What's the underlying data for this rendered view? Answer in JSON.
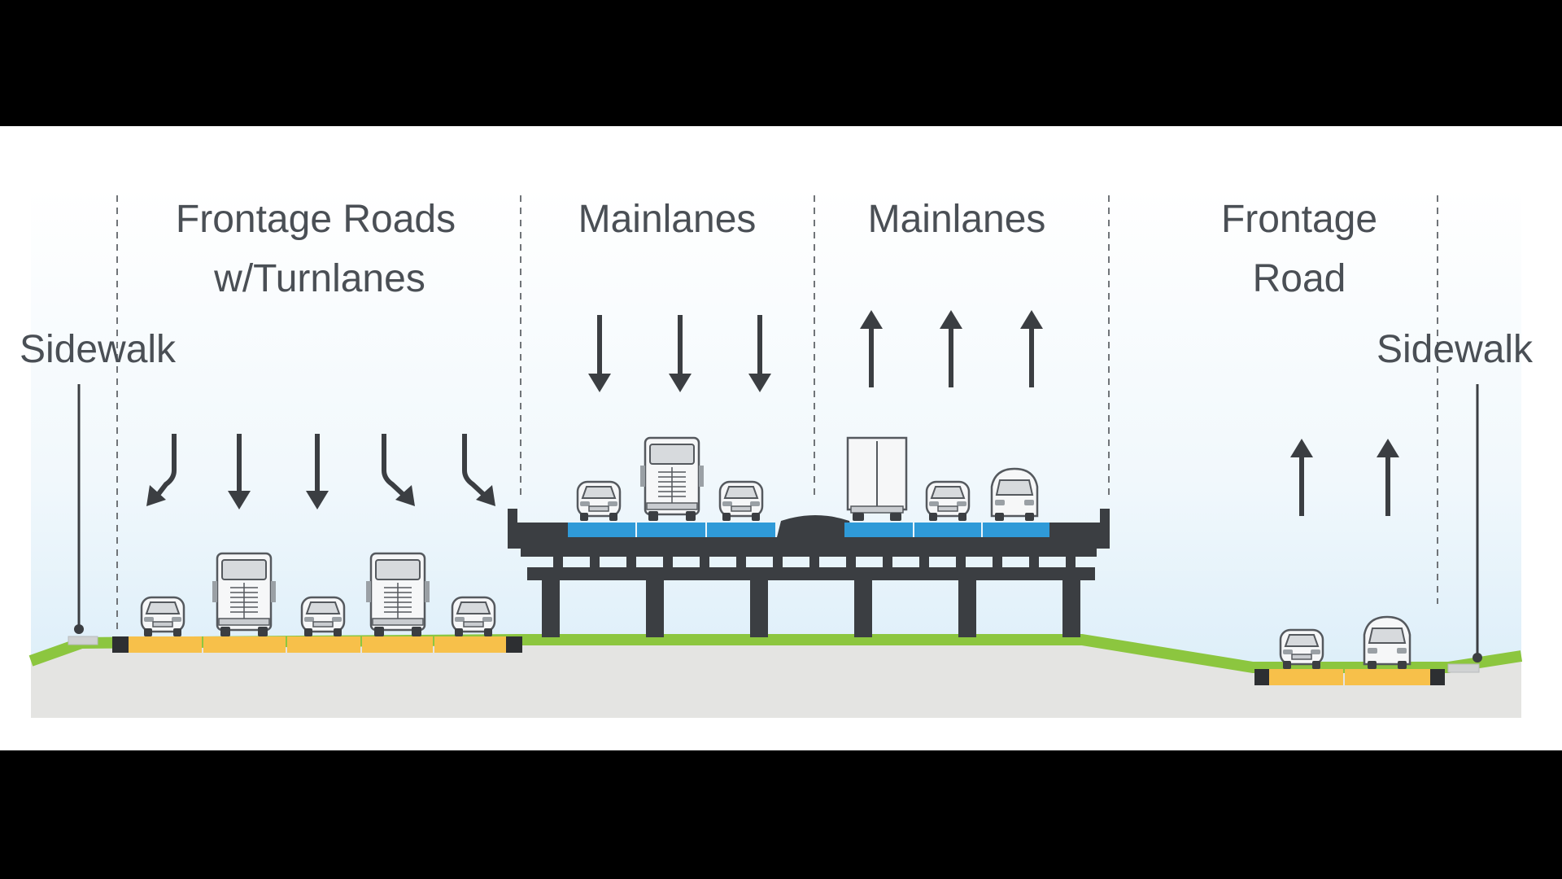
{
  "labels": {
    "sidewalk_left": "Sidewalk",
    "frontage_roads_line1": "Frontage Roads",
    "frontage_roads_line2": "w/Turnlanes",
    "mainlanes_left": "Mainlanes",
    "mainlanes_right": "Mainlanes",
    "frontage_road_line1": "Frontage",
    "frontage_road_line2": "Road",
    "sidewalk_right": "Sidewalk"
  },
  "lane_directions": {
    "frontage_roads_left": [
      "left-turn-down",
      "down",
      "down",
      "right-turn-down",
      "right-turn-down"
    ],
    "mainlanes_left": [
      "down",
      "down",
      "down"
    ],
    "mainlanes_right": [
      "up",
      "up",
      "up"
    ],
    "frontage_road_right": [
      "up",
      "up"
    ]
  },
  "vehicles": {
    "frontage_roads_left": [
      "car",
      "truck",
      "car",
      "truck",
      "car"
    ],
    "mainlanes_left": [
      "car",
      "truck",
      "car"
    ],
    "mainlanes_right": [
      "box-truck",
      "car",
      "van"
    ],
    "frontage_road_right": [
      "car",
      "van"
    ]
  },
  "colors": {
    "frontage_lane": "#f7c04a",
    "mainlane": "#2f9ad8",
    "grass": "#8cc63f",
    "ground": "#e4e4e2",
    "structure": "#3b3e42",
    "text": "#4a4f55",
    "arrow": "#3b3e42",
    "sky_top": "#ffffff",
    "sky_bottom": "#ddeef8"
  }
}
